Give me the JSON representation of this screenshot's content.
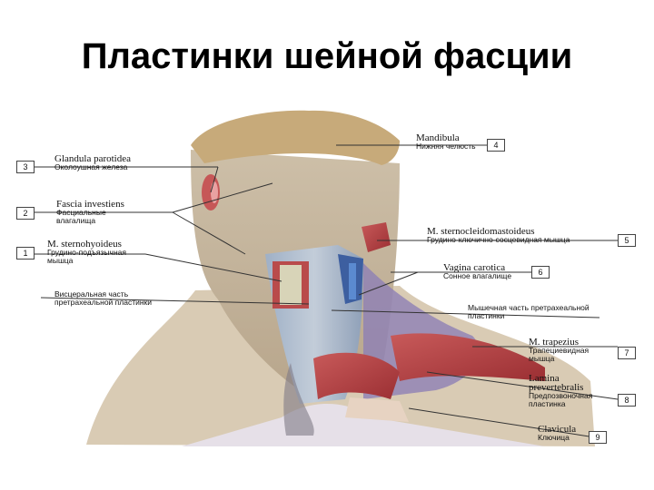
{
  "title": "Пластинки шейной фасции",
  "labels": {
    "mandibula": {
      "latin": "Mandibula",
      "rus": "Нижняя челюсть",
      "num": "4"
    },
    "parotid": {
      "latin": "Glandula parotidea",
      "rus": "Околоушная железа",
      "num": "3"
    },
    "fascia_investiens": {
      "latin": "Fascia investiens",
      "rus": "Фасциальные влагалища",
      "num": "2"
    },
    "sternohyoideus": {
      "latin": "M. sternohyoideus",
      "rus": "Грудино-подъязычная мышца",
      "num": "1"
    },
    "scm": {
      "latin": "M. sternocleidomastoideus",
      "rus": "Грудино-ключично-сосцевидная мышца",
      "num": "5"
    },
    "vagina_carotica": {
      "latin": "Vagina carotica",
      "rus": "Сонное влагалище",
      "num": "6"
    },
    "visceral": {
      "rus": "Висцеральная часть претрахеальной пластинки"
    },
    "muscular": {
      "rus": "Мышечная часть претрахеальной пластинки"
    },
    "trapezius": {
      "latin": "M. trapezius",
      "rus": "Трапециевидная мышца",
      "num": "7"
    },
    "prevertebralis": {
      "latin": "Lamina prevertebralis",
      "rus": "Предпозвоночная пластинка",
      "num": "8"
    },
    "clavicula": {
      "latin": "Clavicula",
      "rus": "Ключица",
      "num": "9"
    }
  }
}
